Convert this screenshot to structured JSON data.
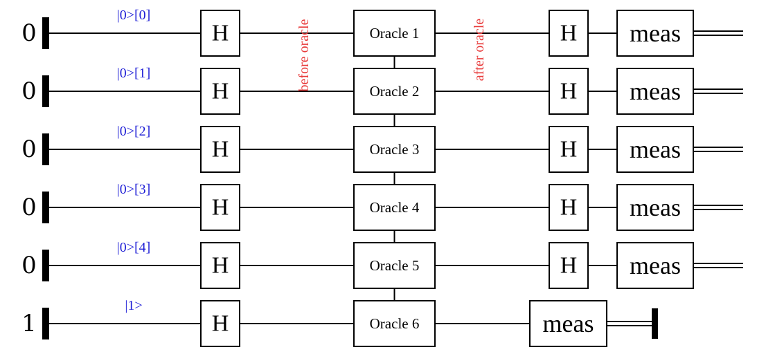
{
  "qubits": [
    {
      "init": "0",
      "state_label": "|0>[0]",
      "oracle": "Oracle 1",
      "hadamard_in": "H",
      "hadamard_out": "H",
      "meas": "meas"
    },
    {
      "init": "0",
      "state_label": "|0>[1]",
      "oracle": "Oracle 2",
      "hadamard_in": "H",
      "hadamard_out": "H",
      "meas": "meas"
    },
    {
      "init": "0",
      "state_label": "|0>[2]",
      "oracle": "Oracle 3",
      "hadamard_in": "H",
      "hadamard_out": "H",
      "meas": "meas"
    },
    {
      "init": "0",
      "state_label": "|0>[3]",
      "oracle": "Oracle 4",
      "hadamard_in": "H",
      "hadamard_out": "H",
      "meas": "meas"
    },
    {
      "init": "0",
      "state_label": "|0>[4]",
      "oracle": "Oracle 5",
      "hadamard_in": "H",
      "hadamard_out": "H",
      "meas": "meas"
    }
  ],
  "ancilla": {
    "init": "1",
    "state_label": "|1>",
    "hadamard_in": "H",
    "oracle": "Oracle 6",
    "meas": "meas"
  },
  "annotations": {
    "before": "before oracle",
    "after": "after oracle"
  },
  "colors": {
    "state_label": "#1f1fd6",
    "annotation": "#e83a3a",
    "line": "#000000"
  }
}
